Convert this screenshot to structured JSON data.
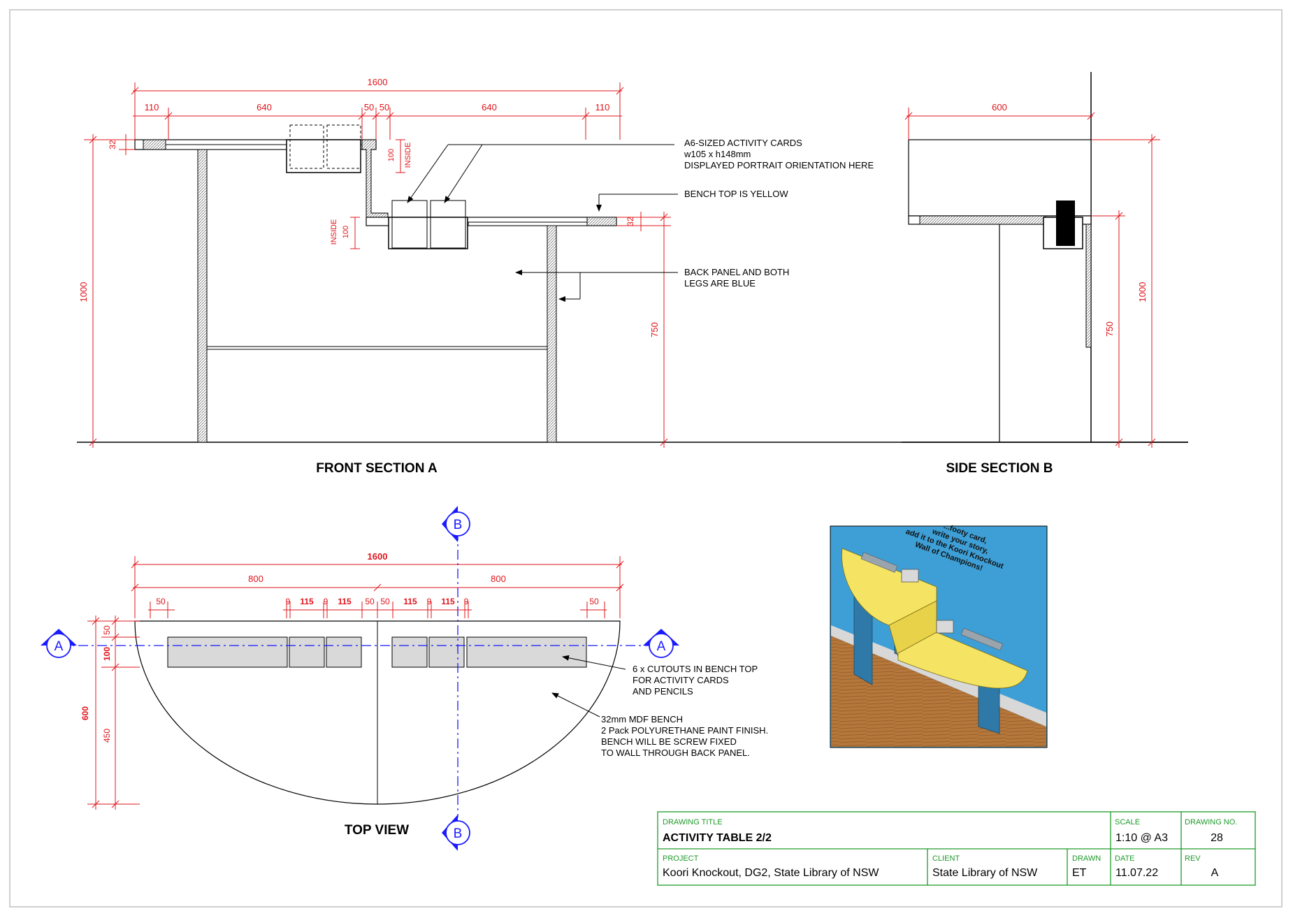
{
  "front_section": {
    "title": "FRONT SECTION A",
    "dims": {
      "overall_width": "1600",
      "seg_110_left": "110",
      "seg_640_left": "640",
      "seg_50_a": "50",
      "seg_50_b": "50",
      "seg_640_right": "640",
      "seg_110_right": "110",
      "top_thickness_left": "32",
      "top_thickness_right": "32",
      "inside_depth_upper": "100",
      "inside_upper_label": "INSIDE",
      "inside_depth_lower": "100",
      "inside_lower_label": "INSIDE",
      "overall_height": "1000",
      "bench_height": "750"
    },
    "notes": {
      "cards_line1": "A6-SIZED ACTIVITY CARDS",
      "cards_line2": "w105 x h148mm",
      "cards_line3": "DISPLAYED PORTRAIT ORIENTATION HERE",
      "bench_yellow": "BENCH TOP IS YELLOW",
      "blue_line1": "BACK PANEL AND BOTH",
      "blue_line2": "LEGS ARE BLUE"
    }
  },
  "side_section": {
    "title": "SIDE SECTION B",
    "dims": {
      "depth": "600",
      "overall_height": "1000",
      "bench_height": "750"
    }
  },
  "top_view": {
    "title": "TOP VIEW",
    "section_markers": {
      "a_left": "A",
      "a_right": "A",
      "b_top": "B",
      "b_bottom": "B"
    },
    "dims": {
      "overall_width": "1600",
      "half_left": "800",
      "half_right": "800",
      "edge_50_left": "50",
      "edge_50_right": "50",
      "gap_9_a": "9",
      "w_115_a": "115",
      "gap_9_b": "9",
      "w_115_b": "115",
      "mid_50_a": "50",
      "mid_50_b": "50",
      "w_115_c": "115",
      "gap_9_c": "9",
      "w_115_d": "115",
      "gap_9_d": "9",
      "depth_50": "50",
      "depth_100": "100",
      "depth_600": "600",
      "depth_450": "450"
    },
    "notes": {
      "cutouts_line1": "6 x CUTOUTS IN BENCH TOP",
      "cutouts_line2": "FOR ACTIVITY CARDS",
      "cutouts_line3": "AND PENCILS",
      "mdf_line1": "32mm MDF BENCH",
      "mdf_line2": "2 Pack POLYURETHANE PAINT FINISH.",
      "mdf_line3": "BENCH WILL BE SCREW FIXED",
      "mdf_line4": "TO WALL THROUGH BACK PANEL."
    }
  },
  "render": {
    "wall_line1": "...footy card,",
    "wall_line2": "write your story,",
    "wall_line3": "add it to the Koori Knockout",
    "wall_line4": "Wall of Champions!"
  },
  "title_block": {
    "drawing_title_label": "DRAWING TITLE",
    "drawing_title": "ACTIVITY TABLE 2/2",
    "scale_label": "SCALE",
    "scale": "1:10 @ A3",
    "drawing_no_label": "DRAWING NO.",
    "drawing_no": "28",
    "project_label": "PROJECT",
    "project": "Koori Knockout, DG2, State Library of NSW",
    "client_label": "CLIENT",
    "client": "State Library of NSW",
    "drawn_label": "DRAWN",
    "drawn": "ET",
    "date_label": "DATE",
    "date": "11.07.22",
    "rev_label": "REV",
    "rev": "A"
  },
  "colors": {
    "dimension": "#e0141b",
    "section_marker": "#1a1aff",
    "title_block_border": "#1e9a2a",
    "title_block_label": "#1e9a2a",
    "bench_top": "#f5e463",
    "panel_blue": "#2f79a8",
    "wall_blue": "#3e9fd6",
    "floor_wood": "#b5773a",
    "cutout_fill": "#d9d9d9"
  }
}
